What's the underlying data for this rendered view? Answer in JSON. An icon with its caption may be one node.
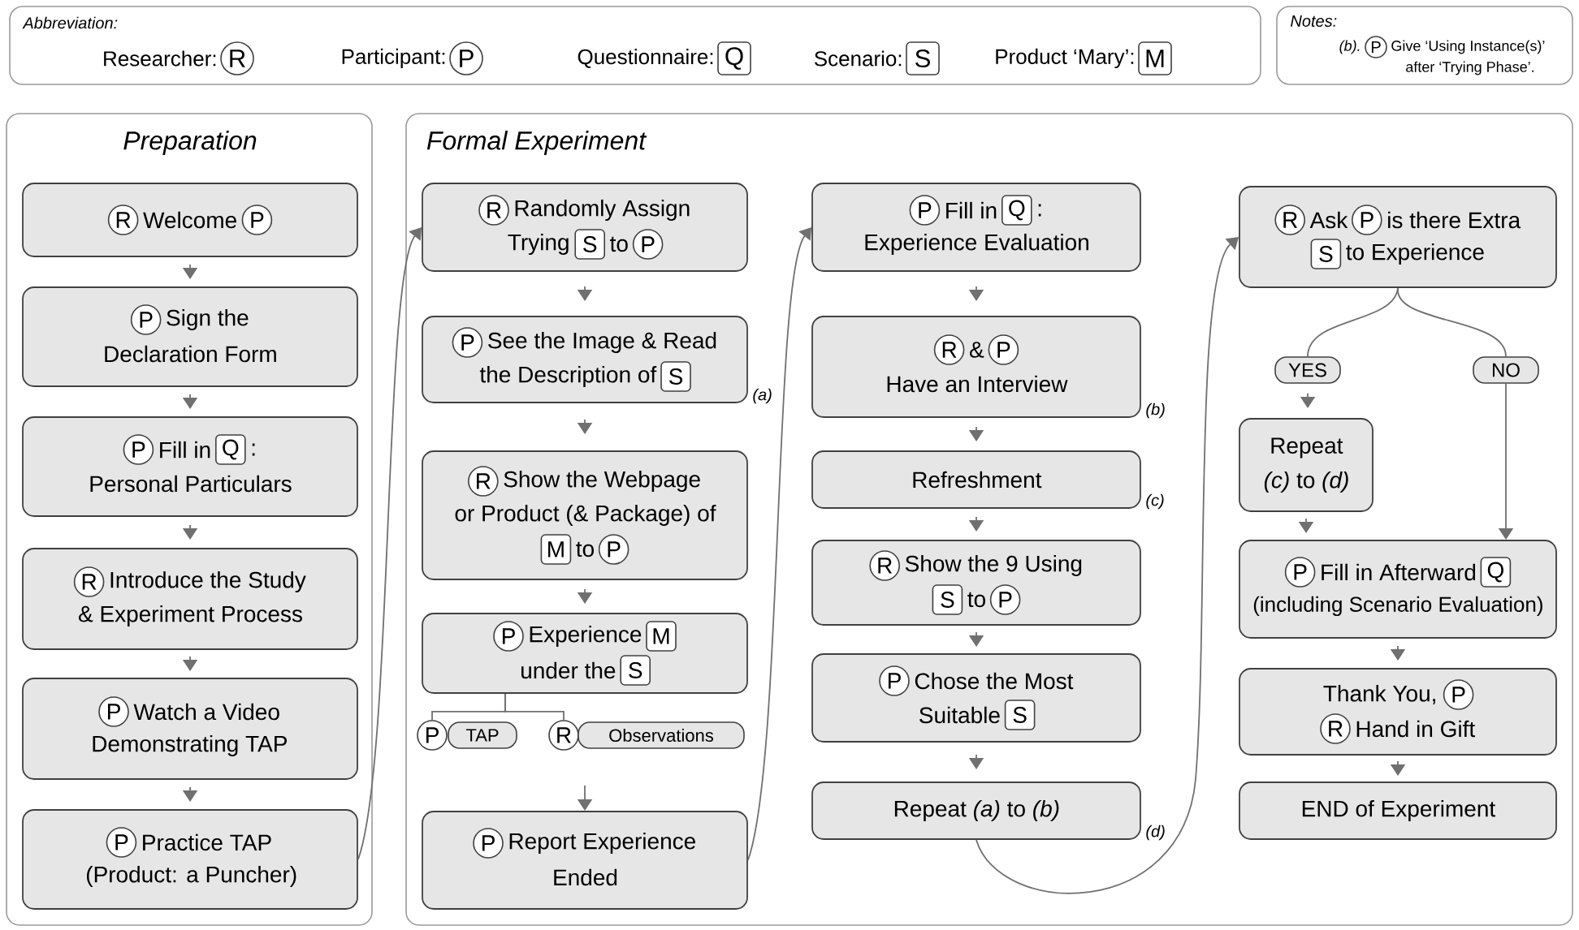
{
  "diagram": {
    "nodes": [
      {
        "text": [
          "Abbreviation:",
          "Researcher:",
          "Participant:",
          "Questionnaire:",
          "Scenario:",
          "Product ‘Mary’:"
        ]
      },
      {
        "text": [
          "R"
        ],
        "in": 0
      },
      {
        "text": [
          "P"
        ],
        "in": 0
      },
      {
        "text": [
          "Q"
        ],
        "in": 0
      },
      {
        "text": [
          "S"
        ],
        "in": 0
      },
      {
        "text": [
          "M"
        ],
        "in": 0
      },
      {
        "text": [
          "Notes:",
          "(b).",
          "Give ‘Using Instance(s)’",
          "after ‘Trying Phase’."
        ]
      },
      {
        "text": [
          "P"
        ],
        "in": 6
      },
      {
        "text": [
          "Preparation"
        ]
      },
      {
        "text": [
          "Welcome"
        ],
        "in": 8
      },
      {
        "text": [
          "R"
        ],
        "in": 9
      },
      {
        "text": [
          "P"
        ],
        "in": 9
      },
      {
        "text": [
          "Sign the",
          "Declaration Form"
        ],
        "in": 8
      },
      {
        "text": [
          "P"
        ],
        "in": 12
      },
      {
        "text": [
          "Fill in",
          ":",
          "Personal Particulars"
        ],
        "in": 8
      },
      {
        "text": [
          "P"
        ],
        "in": 14
      },
      {
        "text": [
          "Q"
        ],
        "in": 14
      },
      {
        "text": [
          "Introduce the Study",
          "& Experiment Process"
        ],
        "in": 8
      },
      {
        "text": [
          "R"
        ],
        "in": 17
      },
      {
        "text": [
          "Watch a Video",
          "Demonstrating TAP"
        ],
        "in": 8
      },
      {
        "text": [
          "P"
        ],
        "in": 19
      },
      {
        "text": [
          "Practice TAP",
          "(Product: a Puncher)"
        ],
        "in": 8
      },
      {
        "text": [
          "P"
        ],
        "in": 21
      },
      {
        "text": [
          "Formal Experiment"
        ]
      },
      {
        "text": [
          "Randomly Assign",
          "Trying",
          "to"
        ],
        "in": 23
      },
      {
        "text": [
          "R"
        ],
        "in": 24
      },
      {
        "text": [
          "S"
        ],
        "in": 24
      },
      {
        "text": [
          "P"
        ],
        "in": 24
      },
      {
        "text": [
          "See the Image & Read",
          "the Description of"
        ],
        "in": 23,
        "beside": [
          "(a)"
        ]
      },
      {
        "text": [
          "P"
        ],
        "in": 28
      },
      {
        "text": [
          "S"
        ],
        "in": 28
      },
      {
        "text": [
          "Show the Webpage",
          "or Product (& Package) of",
          "to"
        ],
        "in": 23
      },
      {
        "text": [
          "R"
        ],
        "in": 31
      },
      {
        "text": [
          "M"
        ],
        "in": 31
      },
      {
        "text": [
          "P"
        ],
        "in": 31
      },
      {
        "text": [
          "Experience",
          "under the"
        ],
        "in": 23
      },
      {
        "text": [
          "P"
        ],
        "in": 35
      },
      {
        "text": [
          "M"
        ],
        "in": 35
      },
      {
        "text": [
          "S"
        ],
        "in": 35
      },
      {
        "text": [
          "P"
        ],
        "in": 23
      },
      {
        "text": [
          "TAP"
        ],
        "in": 23
      },
      {
        "text": [
          "R"
        ],
        "in": 23
      },
      {
        "text": [
          "Observations"
        ],
        "in": 23
      },
      {
        "text": [
          "Report Experience",
          "Ended"
        ],
        "in": 23
      },
      {
        "text": [
          "P"
        ],
        "in": 43
      },
      {
        "text": [
          "Fill in",
          ":",
          "Experience Evaluation"
        ],
        "in": 23
      },
      {
        "text": [
          "P"
        ],
        "in": 45
      },
      {
        "text": [
          "Q"
        ],
        "in": 45
      },
      {
        "text": [
          "&",
          "Have an Interview"
        ],
        "in": 23,
        "beside": [
          "(b)"
        ]
      },
      {
        "text": [
          "R"
        ],
        "in": 48
      },
      {
        "text": [
          "P"
        ],
        "in": 48
      },
      {
        "text": [
          "Refreshment"
        ],
        "in": 23,
        "beside": [
          "(c)"
        ]
      },
      {
        "text": [
          "Show the 9 Using",
          "to"
        ],
        "in": 23
      },
      {
        "text": [
          "R"
        ],
        "in": 52
      },
      {
        "text": [
          "S"
        ],
        "in": 52
      },
      {
        "text": [
          "P"
        ],
        "in": 52
      },
      {
        "text": [
          "Chose the Most",
          "Suitable"
        ],
        "in": 23
      },
      {
        "text": [
          "P"
        ],
        "in": 56
      },
      {
        "text": [
          "S"
        ],
        "in": 56
      },
      {
        "text": [
          "Repeat *(a)* to *(b)*"
        ],
        "in": 23,
        "beside": [
          "(d)"
        ]
      },
      {
        "text": [
          "Ask",
          "is there Extra",
          "to Experience"
        ],
        "in": 23
      },
      {
        "text": [
          "R"
        ],
        "in": 60
      },
      {
        "text": [
          "P"
        ],
        "in": 60
      },
      {
        "text": [
          "S"
        ],
        "in": 60
      },
      {
        "text": [
          "YES"
        ],
        "in": 23
      },
      {
        "text": [
          "NO"
        ],
        "in": 23
      },
      {
        "text": [
          "Repeat",
          "*(c)* to *(d)*"
        ],
        "in": 23
      },
      {
        "text": [
          "Fill in Afterward",
          "(including Scenario Evaluation)"
        ],
        "in": 23
      },
      {
        "text": [
          "P"
        ],
        "in": 67
      },
      {
        "text": [
          "Q"
        ],
        "in": 67
      },
      {
        "text": [
          "Thank You,",
          "Hand in Gift"
        ],
        "in": 23
      },
      {
        "text": [
          "P"
        ],
        "in": 70
      },
      {
        "text": [
          "R"
        ],
        "in": 70
      },
      {
        "text": [
          "END of Experiment"
        ],
        "in": 23
      }
    ],
    "edges": [
      {
        "from": 9,
        "to": 12,
        "arrow": "to"
      },
      {
        "from": 12,
        "to": 14,
        "arrow": "to"
      },
      {
        "from": 14,
        "to": 17,
        "arrow": "to"
      },
      {
        "from": 17,
        "to": 19,
        "arrow": "to"
      },
      {
        "from": 19,
        "to": 21,
        "arrow": "to"
      },
      {
        "from": 21,
        "to": 24,
        "arrow": "to"
      },
      {
        "from": 24,
        "to": 28,
        "arrow": "to"
      },
      {
        "from": 28,
        "to": 31,
        "arrow": "to"
      },
      {
        "from": 31,
        "to": 35,
        "arrow": "to"
      },
      {
        "from": 35,
        "to": 39,
        "arrow": "none"
      },
      {
        "from": 35,
        "to": 41,
        "arrow": "none"
      },
      {
        "from": null,
        "to": 43,
        "arrow": "to"
      },
      {
        "from": 43,
        "to": 45,
        "arrow": "to"
      },
      {
        "from": 45,
        "to": 48,
        "arrow": "to"
      },
      {
        "from": 48,
        "to": 51,
        "arrow": "to"
      },
      {
        "from": 51,
        "to": 52,
        "arrow": "to"
      },
      {
        "from": 52,
        "to": 56,
        "arrow": "to"
      },
      {
        "from": 56,
        "to": 59,
        "arrow": "to"
      },
      {
        "from": 59,
        "to": 60,
        "arrow": "to"
      },
      {
        "from": 60,
        "to": 64,
        "arrow": "none"
      },
      {
        "from": 60,
        "to": 65,
        "arrow": "none"
      },
      {
        "from": 64,
        "to": 66,
        "arrow": "to"
      },
      {
        "from": 66,
        "to": 67,
        "arrow": "to"
      },
      {
        "from": 65,
        "to": 67,
        "arrow": "to"
      },
      {
        "from": 67,
        "to": 70,
        "arrow": "to"
      },
      {
        "from": 70,
        "to": 73,
        "arrow": "to"
      }
    ]
  }
}
